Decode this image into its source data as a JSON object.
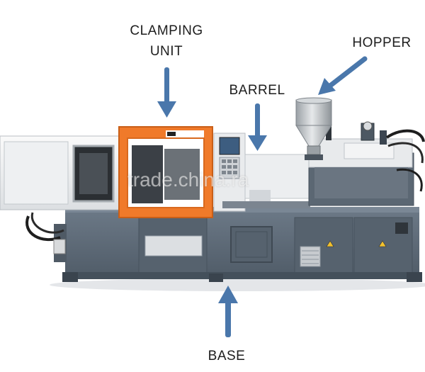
{
  "labels": {
    "clamping_unit_line1": "CLAMPING",
    "clamping_unit_line2": "UNIT",
    "hopper": "HOPPER",
    "barrel": "BARREL",
    "base": "BASE"
  },
  "watermark": "trade.china.ra",
  "colors": {
    "arrow": "#4a77ab",
    "clamp_orange": "#f07a2a",
    "base_gray": "#5d6b79",
    "panel_white": "#f1f2f3",
    "steel": "#bfc4c8"
  },
  "icons": [
    "arrow-down-icon",
    "arrow-down-left-icon",
    "arrow-up-icon",
    "warning-icon"
  ]
}
